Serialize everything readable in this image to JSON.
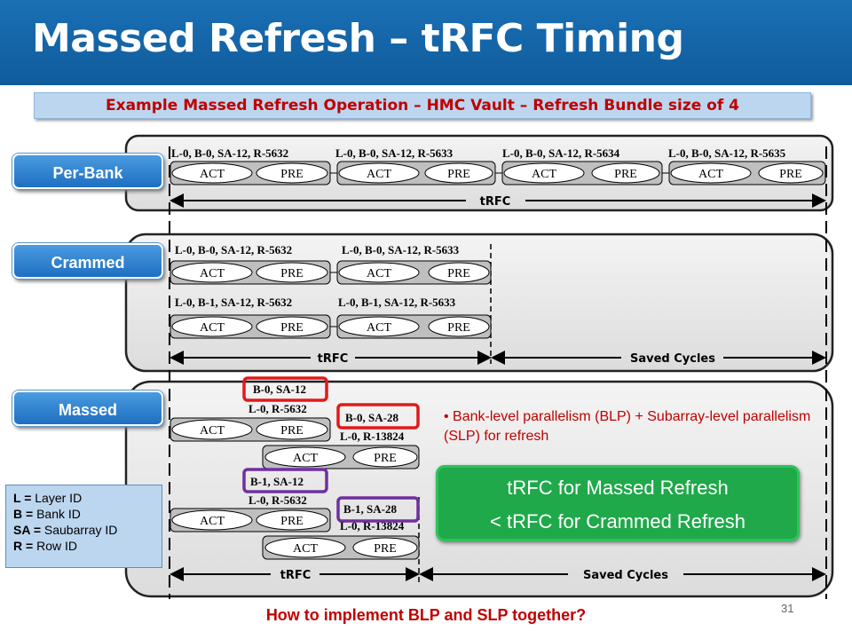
{
  "title": "Massed Refresh – tRFC Timing",
  "subtitle": "Example Massed Refresh Operation – HMC Vault – Refresh Bundle size of 4",
  "sections": {
    "perbank": "Per-Bank",
    "crammed": "Crammed",
    "massed": "Massed"
  },
  "ops": {
    "act": "ACT",
    "pre": "PRE"
  },
  "perbank_labels": [
    "L-0, B-0, SA-12, R-5632",
    "L-0, B-0, SA-12, R-5633",
    "L-0, B-0, SA-12, R-5634",
    "L-0, B-0, SA-12, R-5635"
  ],
  "crammed_labels": [
    "L-0, B-0, SA-12, R-5632",
    "L-0, B-0, SA-12, R-5633",
    "L-0, B-1, SA-12, R-5632",
    "L-0, B-1, SA-12, R-5633"
  ],
  "massed_labels": {
    "box1": "B-0, SA-12",
    "box1_sub": "L-0, R-5632",
    "box2": "B-0, SA-28",
    "box2_sub": "L-0, R-13824",
    "box3": "B-1, SA-12",
    "box3_sub": "L-0, R-5632",
    "box4": "B-1, SA-28",
    "box4_sub": "L-0, R-13824"
  },
  "timing": {
    "trfc": "tRFC",
    "saved": "Saved Cycles"
  },
  "bullet": "Bank-level parallelism (BLP) + Subarray-level parallelism (SLP) for refresh",
  "green_box": {
    "line1": "tRFC for Massed Refresh",
    "line2": "< tRFC for Crammed Refresh"
  },
  "legend": {
    "l_key": "L =",
    "l_val": "Layer ID",
    "b_key": "B =",
    "b_val": "Bank ID",
    "sa_key": "SA =",
    "sa_val": "Saubarray ID",
    "r_key": "R =",
    "r_val": "Row ID"
  },
  "question": "How to implement BLP and SLP together?",
  "page_number": "31",
  "colors": {
    "title_bg": "#1565b0",
    "accent_red": "#c00000",
    "purple": "#7030a0",
    "green": "#1fa94a"
  }
}
